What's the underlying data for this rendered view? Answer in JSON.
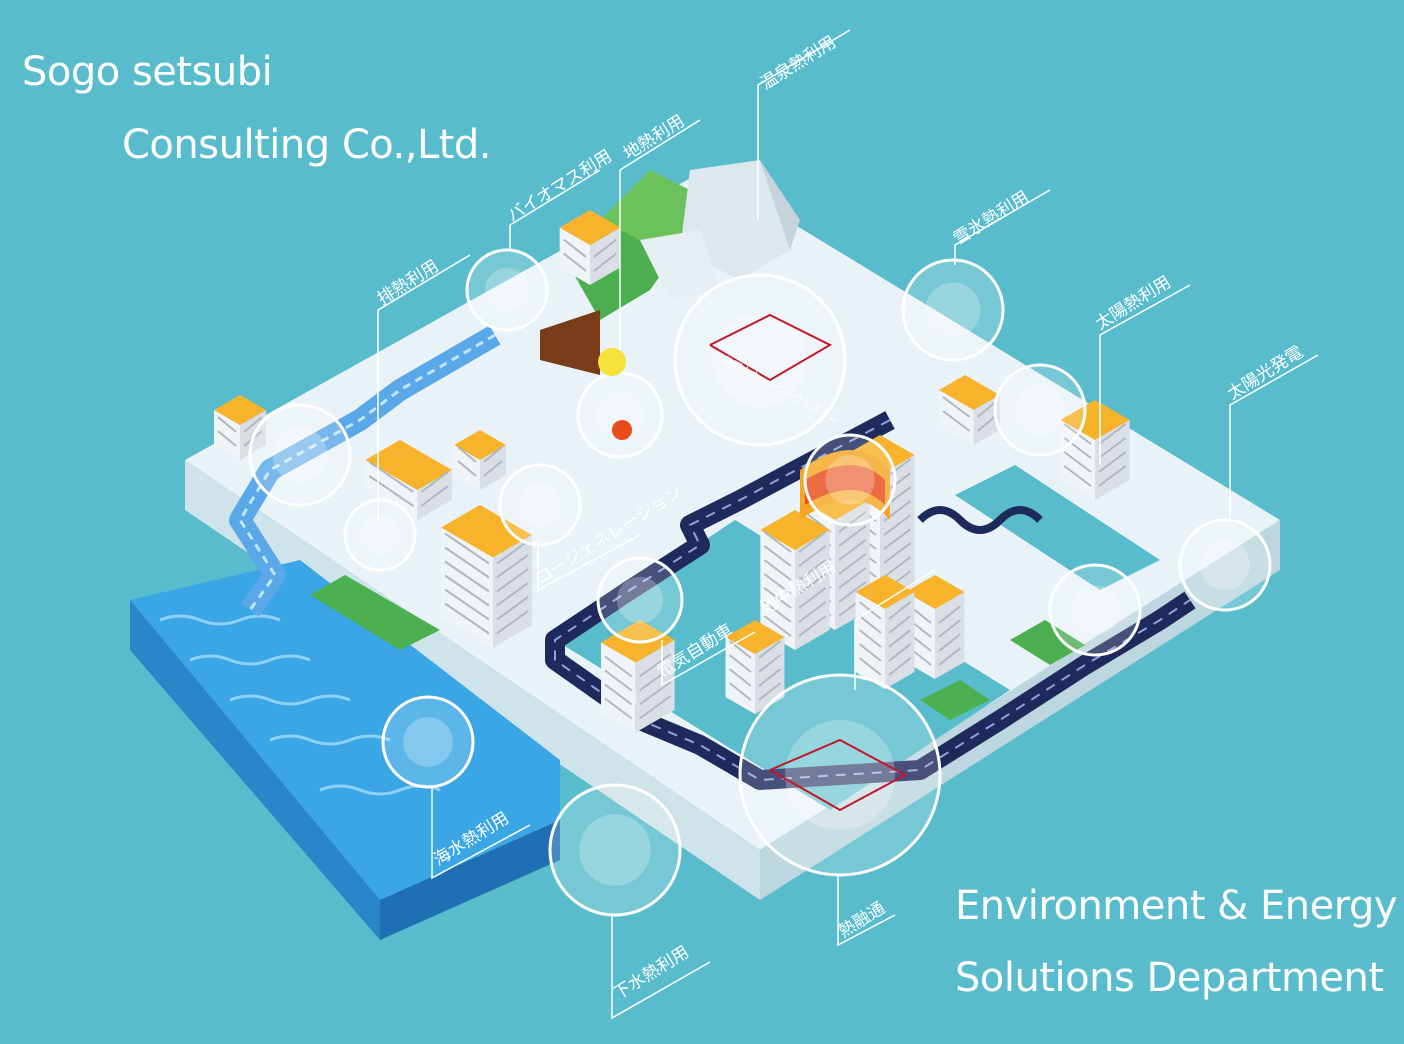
{
  "header": {
    "line1": "Sogo setsubi",
    "line2": "Consulting Co.,Ltd."
  },
  "footer": {
    "line1": "Environment & Energy",
    "line2": "Solutions Department"
  },
  "labels": {
    "hot_spring": "温泉熱利用",
    "geothermal": "地熱利用",
    "biomass": "バイオマス利用",
    "waste_heat": "排熱利用",
    "snow_ice": "雪氷熱利用",
    "solar_thermal": "太陽熱利用",
    "solar_pv": "太陽光発電",
    "cogeneration": "コージェネレーション",
    "ground_heat": "地中熱利用",
    "ev": "電気自動車",
    "seawater": "海水熱利用",
    "sewage": "下水熱利用",
    "heat_network": "熱融通",
    "network_system": "熱源水ネットワークシステム"
  },
  "colors": {
    "background": "#58bccc",
    "water": "#3a9fe0",
    "tile": "#e6f2f7",
    "tile_side": "#cfe4ec",
    "road": "#1e2a5c",
    "building_roof": "#f7b32b",
    "grass": "#4caf50",
    "heat": "#e84c1a",
    "line": "#ffffff"
  }
}
